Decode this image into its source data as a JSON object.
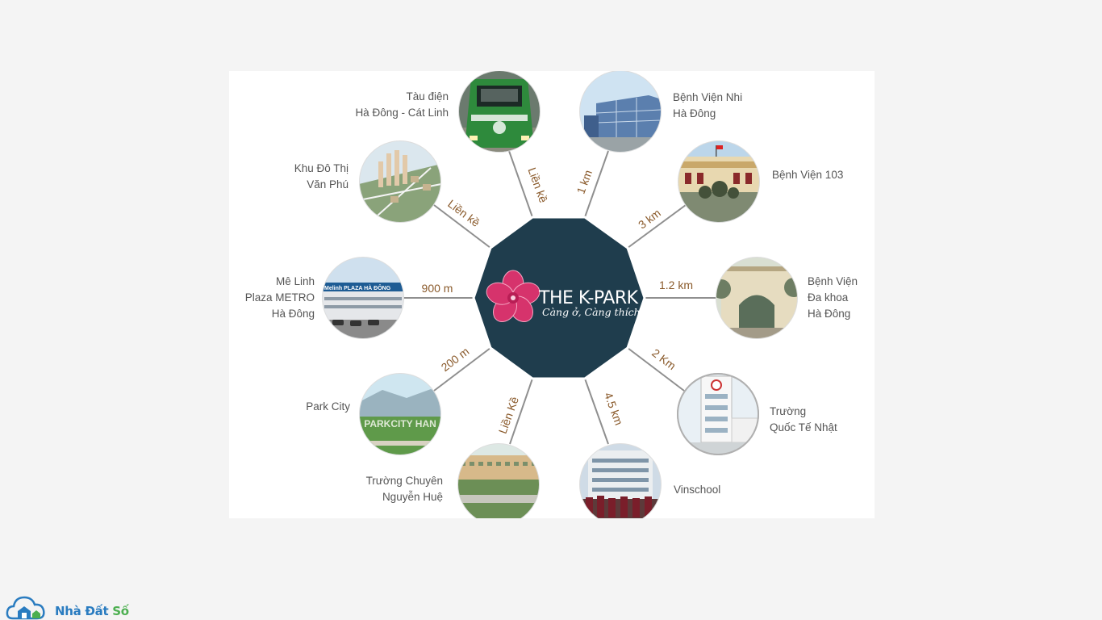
{
  "center": {
    "brand": "THE K-PARK",
    "tagline": "Càng ở, Càng thích",
    "color": "#1f3d4d",
    "flower_color": "#d6336c"
  },
  "spokes": [
    {
      "id": "metro",
      "label_lines": [
        "Tàu điện",
        "Hà Đông - Cát Linh"
      ],
      "distance": "Liền kề",
      "icon": "metro-train-photo"
    },
    {
      "id": "nhi",
      "label_lines": [
        "Bệnh Viện Nhi",
        "Hà Đông"
      ],
      "distance": "1 km",
      "icon": "children-hospital-photo"
    },
    {
      "id": "bv103",
      "label_lines": [
        "Bệnh Viện 103"
      ],
      "distance": "3 km",
      "icon": "hospital-103-photo"
    },
    {
      "id": "dakhoa",
      "label_lines": [
        "Bệnh Viện",
        "Đa khoa",
        "Hà Đông"
      ],
      "distance": "1.2 km",
      "icon": "general-hospital-photo"
    },
    {
      "id": "nhat",
      "label_lines": [
        "Trường",
        "Quốc Tế Nhật"
      ],
      "distance": "2 Km",
      "icon": "japanese-school-photo"
    },
    {
      "id": "vinschool",
      "label_lines": [
        "Vinschool"
      ],
      "distance": "4.5 km",
      "icon": "vinschool-photo"
    },
    {
      "id": "nguyenhue",
      "label_lines": [
        "Trường Chuyên",
        "Nguyễn Huệ"
      ],
      "distance": "Liền Kề",
      "icon": "nguyen-hue-school-photo"
    },
    {
      "id": "parkcity",
      "label_lines": [
        "Park City"
      ],
      "distance": "200 m",
      "icon": "park-city-photo"
    },
    {
      "id": "melinh",
      "label_lines": [
        "Mê Linh",
        "Plaza METRO",
        "Hà Đông"
      ],
      "distance": "900 m",
      "icon": "melinh-plaza-photo"
    },
    {
      "id": "vanphu",
      "label_lines": [
        "Khu Đô Thị",
        "Văn Phú"
      ],
      "distance": "Liền kề",
      "icon": "van-phu-urban-photo"
    }
  ],
  "photo_text": {
    "melinh_sign": "Melinh PLAZA HÀ ĐÔNG",
    "parkcity_sign": "PARKCITY HAN"
  },
  "watermark": {
    "name": "Nhà Đất",
    "accent": "Số"
  }
}
